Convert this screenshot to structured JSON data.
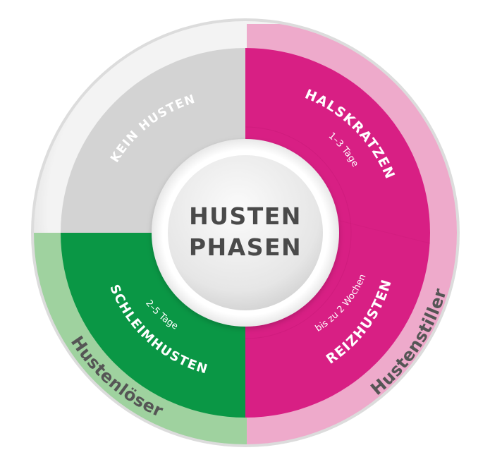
{
  "center": {
    "line1": "HUSTEN",
    "line2": "PHASEN"
  },
  "segments": {
    "kein_husten": {
      "title": "KEIN HUSTEN",
      "color": "#d3d3d3"
    },
    "halskratzen": {
      "title": "HALSKRATZEN",
      "duration": "1–3 Tage",
      "color": "#d81f84"
    },
    "reizhusten": {
      "title": "REIZHUSTEN",
      "duration": "bis zu 2 Wochen",
      "color": "#d81f84"
    },
    "schleimhusten": {
      "title": "SCHLEIMHUSTEN",
      "duration": "2–5 Tage",
      "color": "#0a9745"
    }
  },
  "outer_ring": {
    "hustenstiller": {
      "label": "Hustenstiller",
      "color": "#eeaacb"
    },
    "hustenloeser": {
      "label": "Hustenlöser",
      "color": "#9fd29f"
    }
  }
}
